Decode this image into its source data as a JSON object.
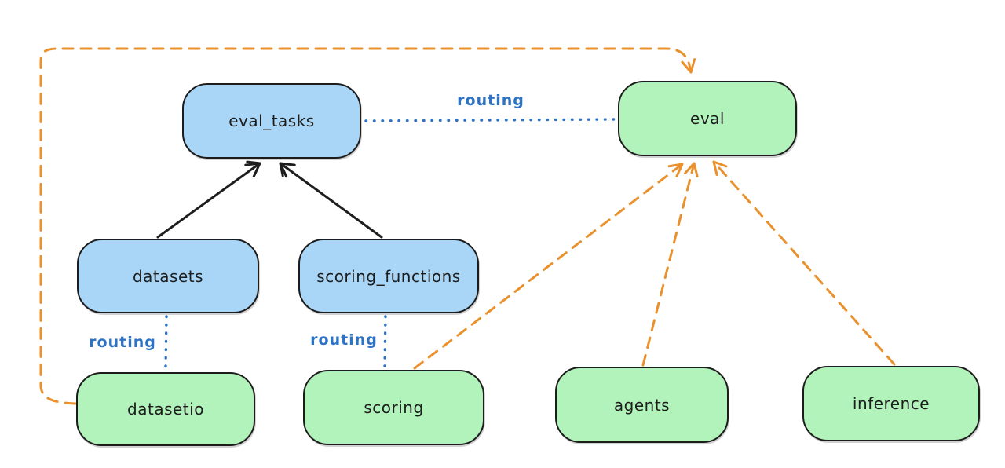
{
  "diagram": {
    "background": "#ffffff",
    "nodes": {
      "eval_tasks": {
        "label": "eval_tasks",
        "fill": "#a9d6f7"
      },
      "eval": {
        "label": "eval",
        "fill": "#b2f2bb"
      },
      "datasets": {
        "label": "datasets",
        "fill": "#a9d6f7"
      },
      "scoring_functions": {
        "label": "scoring_functions",
        "fill": "#a9d6f7"
      },
      "datasetio": {
        "label": "datasetio",
        "fill": "#b2f2bb"
      },
      "scoring": {
        "label": "scoring",
        "fill": "#b2f2bb"
      },
      "agents": {
        "label": "agents",
        "fill": "#b2f2bb"
      },
      "inference": {
        "label": "inference",
        "fill": "#b2f2bb"
      }
    },
    "labels": {
      "routing_top": "routing",
      "routing_datasets": "routing",
      "routing_scoring": "routing"
    },
    "edges": [
      {
        "from": "datasets",
        "to": "eval_tasks",
        "style": "solid-arrow",
        "color": "#1e1e1e"
      },
      {
        "from": "scoring_functions",
        "to": "eval_tasks",
        "style": "solid-arrow",
        "color": "#1e1e1e"
      },
      {
        "from": "eval_tasks",
        "to": "eval",
        "style": "dotted-line",
        "color": "#2e72c4",
        "label": "routing"
      },
      {
        "from": "datasets",
        "to": "datasetio",
        "style": "dotted-line",
        "color": "#2e72c4",
        "label": "routing"
      },
      {
        "from": "scoring_functions",
        "to": "scoring",
        "style": "dotted-line",
        "color": "#2e72c4",
        "label": "routing"
      },
      {
        "from": "datasetio",
        "to": "eval",
        "style": "dashed-arrow",
        "color": "#e8912d"
      },
      {
        "from": "scoring",
        "to": "eval",
        "style": "dashed-arrow",
        "color": "#e8912d"
      },
      {
        "from": "agents",
        "to": "eval",
        "style": "dashed-arrow",
        "color": "#e8912d"
      },
      {
        "from": "inference",
        "to": "eval",
        "style": "dashed-arrow",
        "color": "#e8912d"
      }
    ],
    "colors": {
      "node_stroke": "#1c1c1c",
      "blue_fill": "#a9d6f7",
      "green_fill": "#b2f2bb",
      "routing_blue": "#2e72c4",
      "orange": "#e8912d",
      "black": "#1e1e1e"
    }
  }
}
